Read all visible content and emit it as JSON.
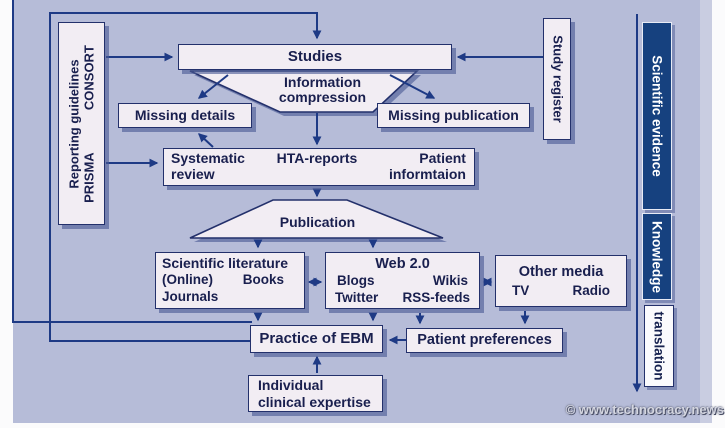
{
  "colors": {
    "background": "#b6bcd8",
    "panel_right_strip": "#c9cde1",
    "box_fill": "#f2edf3",
    "box_border": "#23306b",
    "box_text": "#191f4e",
    "bar_fill": "#16417f",
    "bar_text": "#ffffff",
    "connector": "#1e3a85",
    "shadow": "#4a5a94"
  },
  "nodes": {
    "reporting_guidelines": {
      "label": "Reporting guidelines",
      "acronym_upper": "CONSORT",
      "acronym_lower": "PRISMA"
    },
    "studies": {
      "label": "Studies"
    },
    "information_compression": {
      "line1": "Information",
      "line2": "compression"
    },
    "missing_details": {
      "label": "Missing details"
    },
    "missing_publication": {
      "label": "Missing publication"
    },
    "evidence_row": {
      "col1_line1": "Systematic",
      "col1_line2": "review",
      "col2": "HTA-reports",
      "col3_line1": "Patient",
      "col3_line2": "informtaion"
    },
    "publication": {
      "label": "Publication"
    },
    "scientific_literature": {
      "title": "Scientific literature",
      "online": "(Online)",
      "books": "Books",
      "journals": "Journals"
    },
    "web20": {
      "title": "Web 2.0",
      "blogs": "Blogs",
      "wikis": "Wikis",
      "twitter": "Twitter",
      "rss": "RSS-feeds"
    },
    "other_media": {
      "title": "Other media",
      "tv": "TV",
      "radio": "Radio"
    },
    "practice_ebm": {
      "label": "Practice of EBM"
    },
    "patient_preferences": {
      "label": "Patient preferences"
    },
    "individual_expertise": {
      "line1": "Individual",
      "line2": "clinical expertise"
    },
    "study_register": {
      "label": "Study register"
    }
  },
  "side_labels": {
    "scientific_evidence": "Scientific evidence",
    "knowledge": "Knowledge",
    "translation": "translation"
  },
  "watermark": "© www.technocracy.news"
}
